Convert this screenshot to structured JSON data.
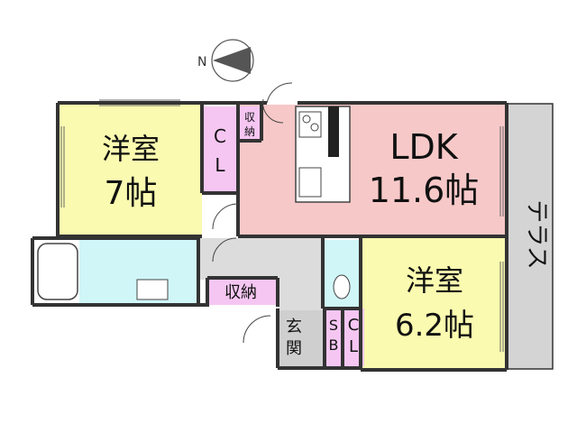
{
  "compass": {
    "label": "N"
  },
  "rooms": {
    "western_room_1": {
      "name": "洋室",
      "size": "7帖"
    },
    "closet_1": {
      "line1": "C",
      "line2": "L"
    },
    "storage_1": {
      "line1": "収",
      "line2": "納"
    },
    "ldk": {
      "name": "LDK",
      "size": "11.6帖"
    },
    "terrace": {
      "name": "テラス"
    },
    "storage_2": {
      "name": "収納"
    },
    "entrance": {
      "line1": "玄",
      "line2": "関"
    },
    "shoe_box": {
      "line1": "S",
      "line2": "B"
    },
    "closet_2": {
      "line1": "C",
      "line2": "L"
    },
    "western_room_2": {
      "name": "洋室",
      "size": "6.2帖"
    }
  },
  "colors": {
    "western_room": "#fafab0",
    "ldk": "#f7c8c8",
    "closet": "#f5c6f2",
    "wet_area": "#d0f6f8",
    "hall": "#dcdcdc",
    "terrace": "#d4d4d4",
    "entrance": "#cfcfcf",
    "wall": "#333333"
  }
}
